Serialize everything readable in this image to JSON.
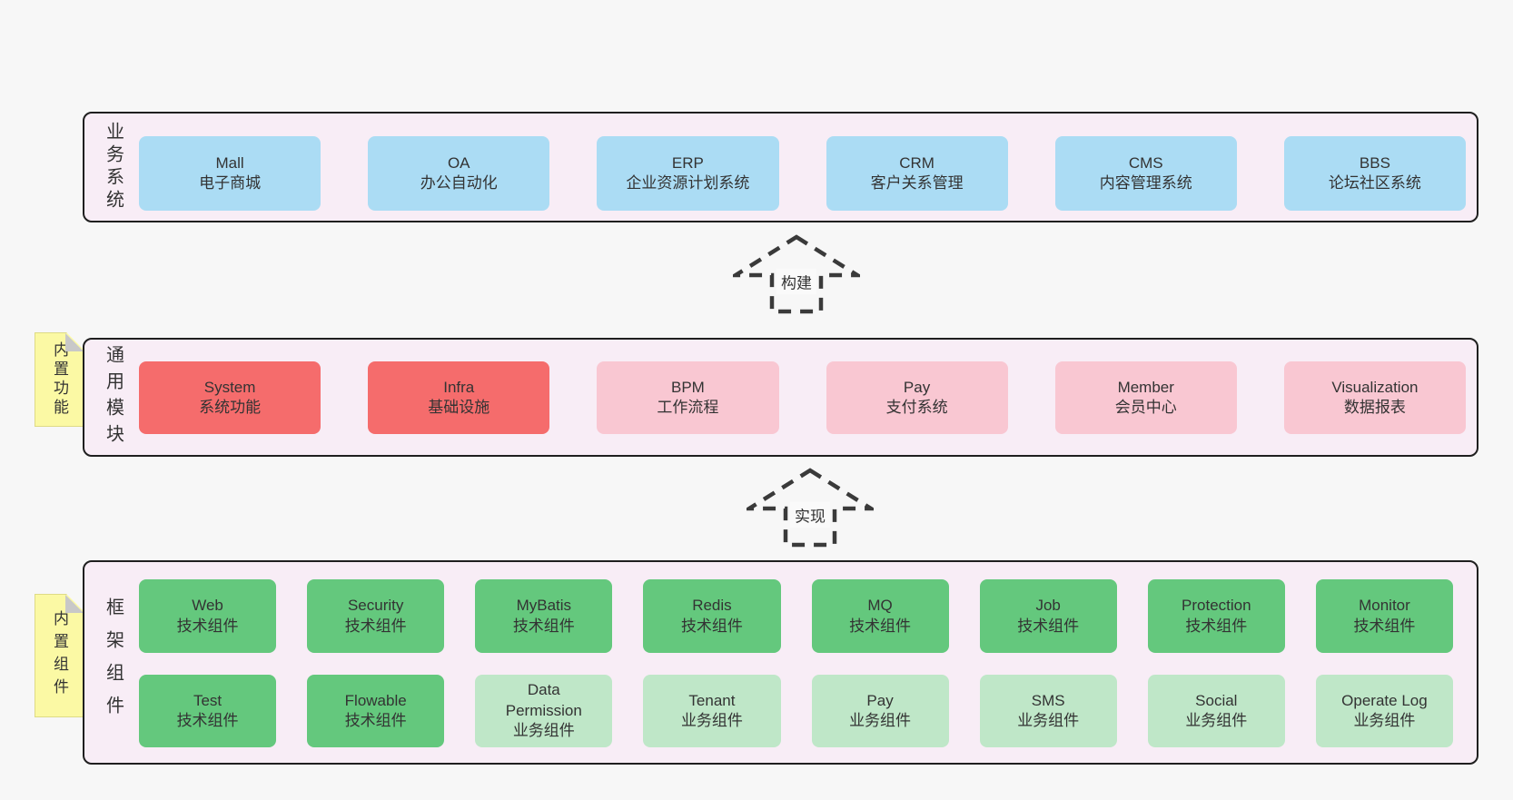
{
  "colors": {
    "blue": "#abdcf4",
    "red": "#f56c6c",
    "pink": "#f9c7d2",
    "green": "#64c87d",
    "greenLight": "#bfe7c8",
    "containerBg": "#f8edf6",
    "containerBorder": "#1f1f1f",
    "noteBg": "#fbf9a4",
    "noteFold": "#c8c8c8",
    "text": "#333333",
    "pageBg": "#f7f7f7",
    "arrowStroke": "#3a3a3a"
  },
  "arrows": [
    {
      "label": "构建"
    },
    {
      "label": "实现"
    }
  ],
  "sections": [
    {
      "label": "业务系统",
      "rows": [
        [
          {
            "name": "Mall",
            "sub": "电子商城",
            "variant": "blue"
          },
          {
            "name": "OA",
            "sub": "办公自动化",
            "variant": "blue"
          },
          {
            "name": "ERP",
            "sub": "企业资源计划系统",
            "variant": "blue"
          },
          {
            "name": "CRM",
            "sub": "客户关系管理",
            "variant": "blue"
          },
          {
            "name": "CMS",
            "sub": "内容管理系统",
            "variant": "blue"
          },
          {
            "name": "BBS",
            "sub": "论坛社区系统",
            "variant": "blue"
          }
        ]
      ]
    },
    {
      "label": "通用模块",
      "note": "内置功能",
      "rows": [
        [
          {
            "name": "System",
            "sub": "系统功能",
            "variant": "red"
          },
          {
            "name": "Infra",
            "sub": "基础设施",
            "variant": "red"
          },
          {
            "name": "BPM",
            "sub": "工作流程",
            "variant": "pink"
          },
          {
            "name": "Pay",
            "sub": "支付系统",
            "variant": "pink"
          },
          {
            "name": "Member",
            "sub": "会员中心",
            "variant": "pink"
          },
          {
            "name": "Visualization",
            "sub": "数据报表",
            "variant": "pink"
          }
        ]
      ]
    },
    {
      "label": "框架组件",
      "note": "内置组件",
      "rows": [
        [
          {
            "name": "Web",
            "sub": "技术组件",
            "variant": "green"
          },
          {
            "name": "Security",
            "sub": "技术组件",
            "variant": "green"
          },
          {
            "name": "MyBatis",
            "sub": "技术组件",
            "variant": "green"
          },
          {
            "name": "Redis",
            "sub": "技术组件",
            "variant": "green"
          },
          {
            "name": "MQ",
            "sub": "技术组件",
            "variant": "green"
          },
          {
            "name": "Job",
            "sub": "技术组件",
            "variant": "green"
          },
          {
            "name": "Protection",
            "sub": "技术组件",
            "variant": "green"
          },
          {
            "name": "Monitor",
            "sub": "技术组件",
            "variant": "green"
          }
        ],
        [
          {
            "name": "Test",
            "sub": "技术组件",
            "variant": "green"
          },
          {
            "name": "Flowable",
            "sub": "技术组件",
            "variant": "green"
          },
          {
            "name": "Data Permission",
            "sub": "业务组件",
            "variant": "greenLight"
          },
          {
            "name": "Tenant",
            "sub": "业务组件",
            "variant": "greenLight"
          },
          {
            "name": "Pay",
            "sub": "业务组件",
            "variant": "greenLight"
          },
          {
            "name": "SMS",
            "sub": "业务组件",
            "variant": "greenLight"
          },
          {
            "name": "Social",
            "sub": "业务组件",
            "variant": "greenLight"
          },
          {
            "name": "Operate Log",
            "sub": "业务组件",
            "variant": "greenLight"
          }
        ]
      ]
    }
  ]
}
